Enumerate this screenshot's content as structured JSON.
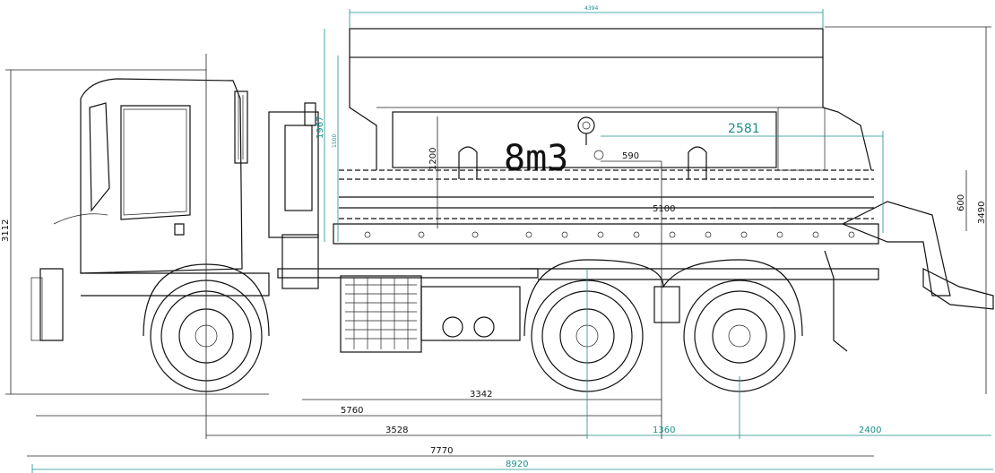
{
  "colors": {
    "line": "#111111",
    "dimension": "#1a8f8a",
    "background": "#ffffff"
  },
  "tank": {
    "volume_label": "8m3"
  },
  "dimensions": {
    "top_overall": "4394",
    "wheelbase_rear": "3342",
    "cab_to_rear": "5760",
    "front_to_axle": "3528",
    "axle_spacing": "1360",
    "rear_overhang": "2400",
    "body_length": "7770",
    "overall_length": "8920",
    "overall_height": "3112",
    "overall_height_rear": "3490",
    "tank_length": "2581",
    "hopper_offset": "590",
    "tank_height": "1200",
    "front_height": "1967",
    "front_height_small": "1500",
    "rear_mount_height": "600",
    "inner_length": "5100"
  }
}
